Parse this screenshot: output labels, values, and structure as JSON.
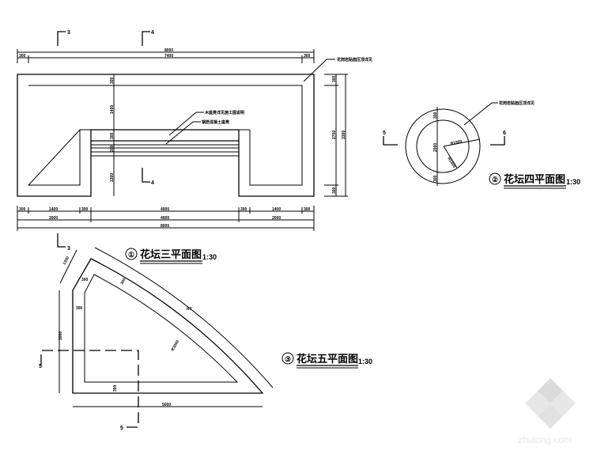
{
  "drawings": {
    "plan3": {
      "number": "①",
      "title": "花坛三平面图",
      "scale": "1:30",
      "top_dims": [
        "8000",
        "300",
        "7400",
        "300"
      ],
      "bottom_dims_row1": [
        "300",
        "1400",
        "300",
        "4000",
        "300",
        "1400",
        "300"
      ],
      "bottom_dims_row2": [
        "2000",
        "4000",
        "2000"
      ],
      "bottom_dims_total": "8000",
      "right_dims": [
        "300",
        "2700",
        "300",
        "3300"
      ],
      "inner_dims": [
        "300",
        "1400",
        "300",
        "300",
        "1300"
      ],
      "callouts": [
        "花岗岩贴面压顶详见",
        "木座凳详见施工图说明",
        "钢筋混凝土座凳"
      ]
    },
    "plan4": {
      "number": "②",
      "title": "花坛四平面图",
      "scale": "1:30",
      "dims": [
        "300",
        "2000",
        "300",
        "R1000",
        "R1300"
      ],
      "callout": "花岗岩贴面压顶详见"
    },
    "plan5": {
      "number": "③",
      "title": "花坛五平面图",
      "scale": "1:30",
      "dims": [
        "1300",
        "300",
        "300",
        "R?",
        "R3000",
        "3000",
        "300",
        "5000"
      ]
    },
    "section_marks": [
      "3",
      "4",
      "4",
      "3",
      "5",
      "5",
      "5",
      "6"
    ]
  },
  "watermark": "zhulong.com"
}
